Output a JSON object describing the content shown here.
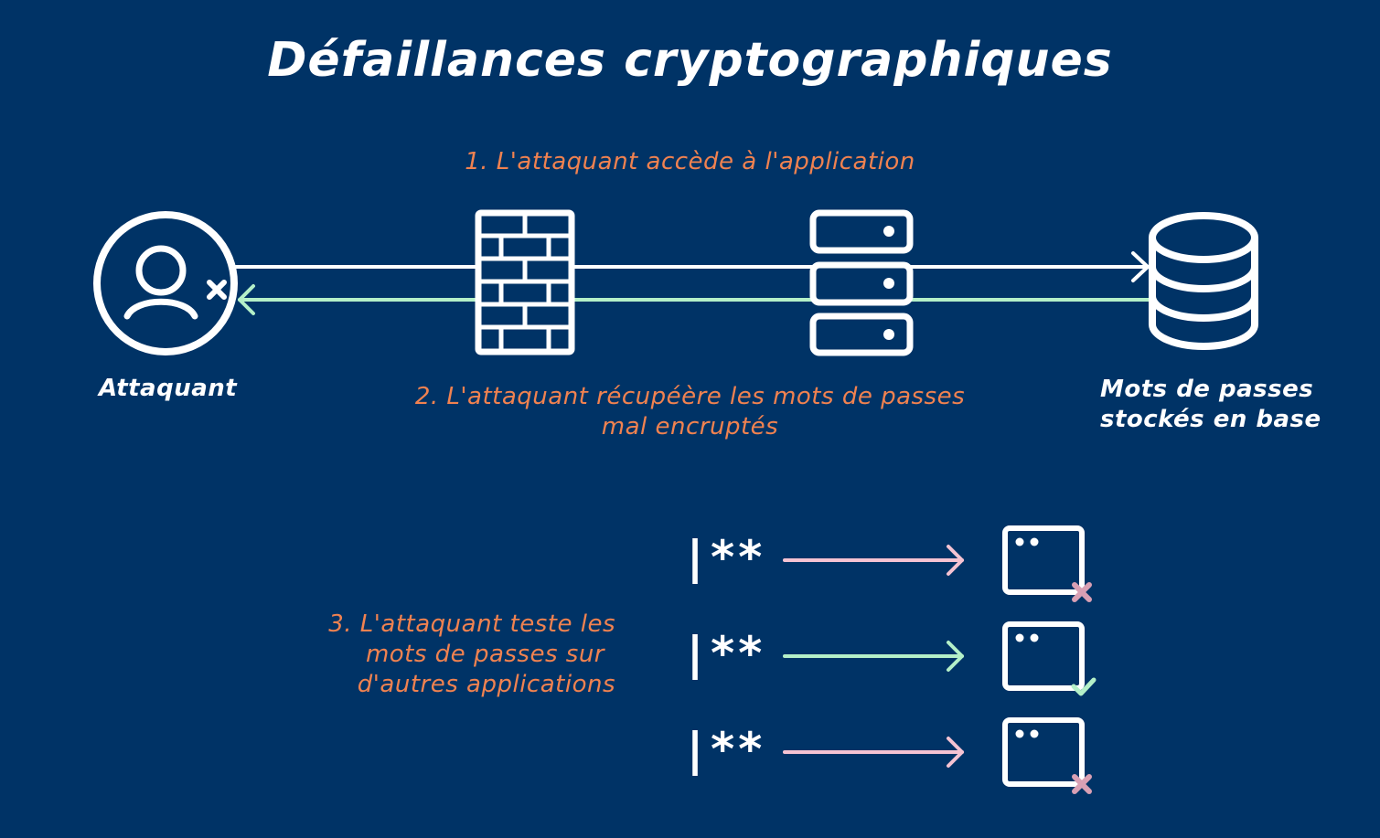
{
  "title": "Défaillances cryptographiques",
  "steps": {
    "step1": "1. L'attaquant accède à l'application",
    "step2_line1": "2. L'attaquant récupéère les mots de passes",
    "step2_line2": "mal encruptés",
    "step3_line1": "3. L'attaquant teste les",
    "step3_line2": "mots de passes sur",
    "step3_line3": "d'autres applications"
  },
  "nodes": {
    "attacker_label": "Attaquant",
    "database_label_line1": "Mots de passes",
    "database_label_line2": "stockés en base"
  },
  "password_field_text": "|**",
  "icons": {
    "attacker": "user-x-icon",
    "firewall": "brick-wall-icon",
    "server": "server-stack-icon",
    "database": "database-icon",
    "app_window": "app-window-icon",
    "fail": "x-mark-icon",
    "success": "check-mark-icon"
  },
  "colors": {
    "background": "#003366",
    "foreground": "#ffffff",
    "accent_orange": "#f08250",
    "success_green": "#b4f0c8",
    "fail_pink": "#f5c3d2",
    "fail_mark": "#d9a0b4"
  },
  "attempts": [
    {
      "result": "fail"
    },
    {
      "result": "success"
    },
    {
      "result": "fail"
    }
  ]
}
